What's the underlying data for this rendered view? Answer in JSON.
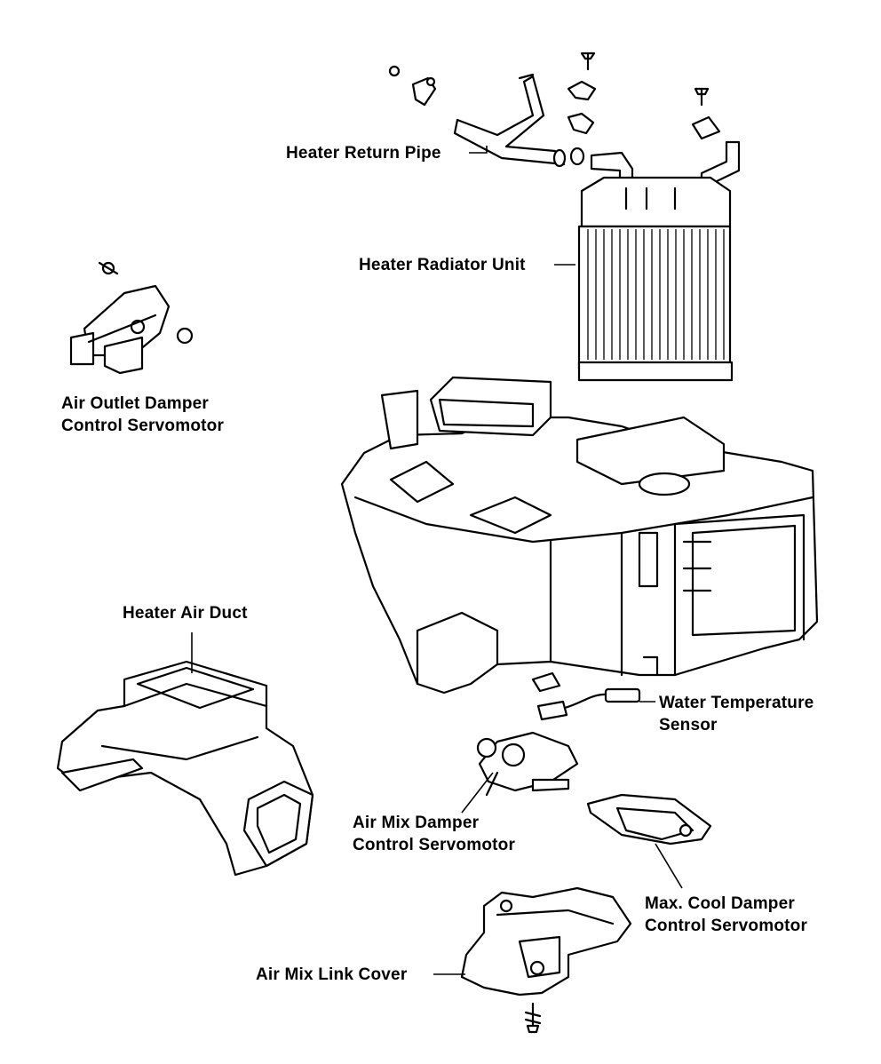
{
  "labels": {
    "heater_return_pipe": "Heater Return Pipe",
    "heater_radiator_unit": "Heater Radiator Unit",
    "air_outlet_damper_line1": "Air Outlet Damper",
    "air_outlet_damper_line2": "Control Servomotor",
    "heater_air_duct": "Heater Air Duct",
    "water_temp_line1": "Water Temperature",
    "water_temp_line2": "Sensor",
    "air_mix_damper_line1": "Air Mix Damper",
    "air_mix_damper_line2": "Control Servomotor",
    "max_cool_line1": "Max. Cool Damper",
    "max_cool_line2": "Control Servomotor",
    "air_mix_link_cover": "Air Mix Link Cover"
  },
  "colors": {
    "ink": "#000000",
    "paper": "#ffffff"
  }
}
